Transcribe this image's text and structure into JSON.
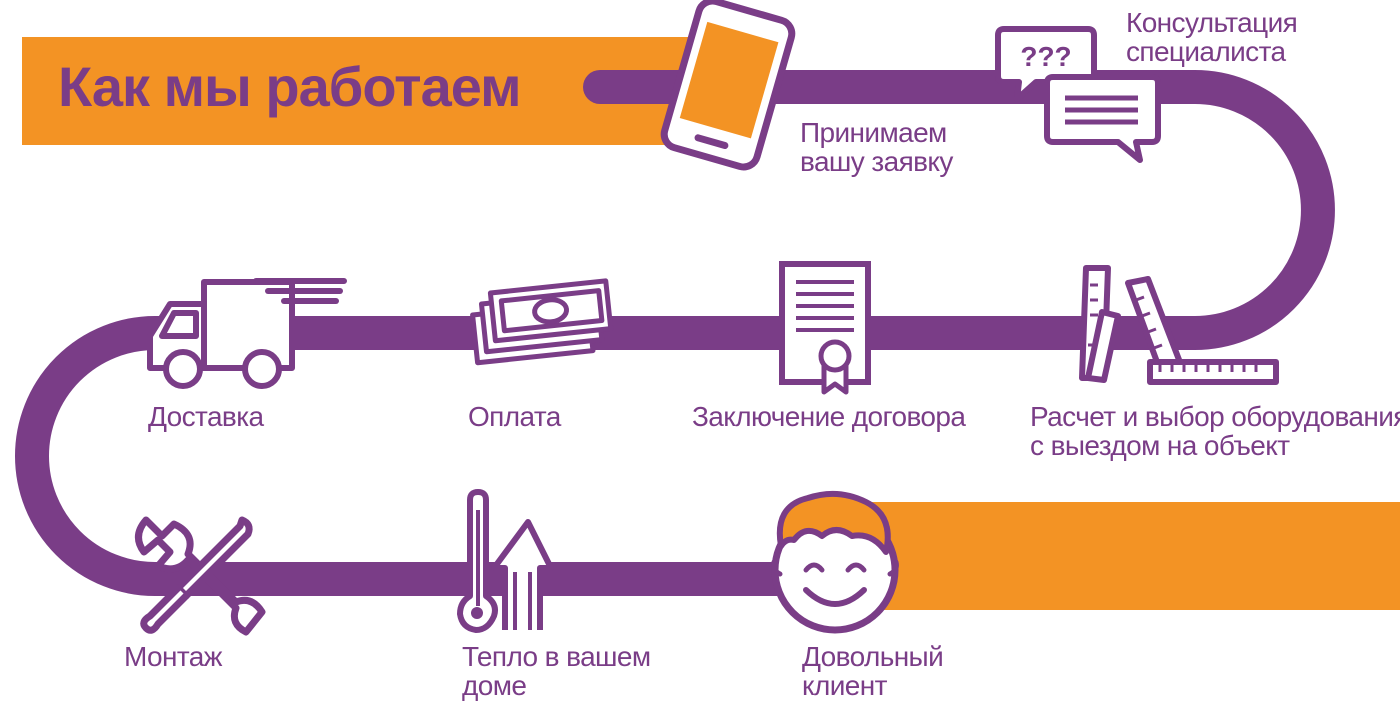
{
  "colors": {
    "purple": "#7a3d87",
    "orange": "#f39324",
    "white": "#ffffff"
  },
  "title": "Как мы работаем",
  "steps": [
    {
      "icon": "smartphone-icon",
      "line1": "Принимаем",
      "line2": "вашу заявку"
    },
    {
      "icon": "chat-bubbles-icon",
      "line1": "Консультация",
      "line2": "специалиста",
      "bubble_text": "???"
    },
    {
      "icon": "ruler-compass-icon",
      "line1": "Расчет и выбор оборудования",
      "line2": "с выездом на объект"
    },
    {
      "icon": "contract-document-icon",
      "line1": "Заключение договора"
    },
    {
      "icon": "money-bills-icon",
      "line1": "Оплата"
    },
    {
      "icon": "delivery-truck-icon",
      "line1": "Доставка"
    },
    {
      "icon": "wrench-screwdriver-icon",
      "line1": "Монтаж"
    },
    {
      "icon": "thermometer-arrow-icon",
      "line1": "Тепло в вашем",
      "line2": "доме"
    },
    {
      "icon": "happy-face-icon",
      "line1": "Довольный",
      "line2": "клиент"
    }
  ]
}
